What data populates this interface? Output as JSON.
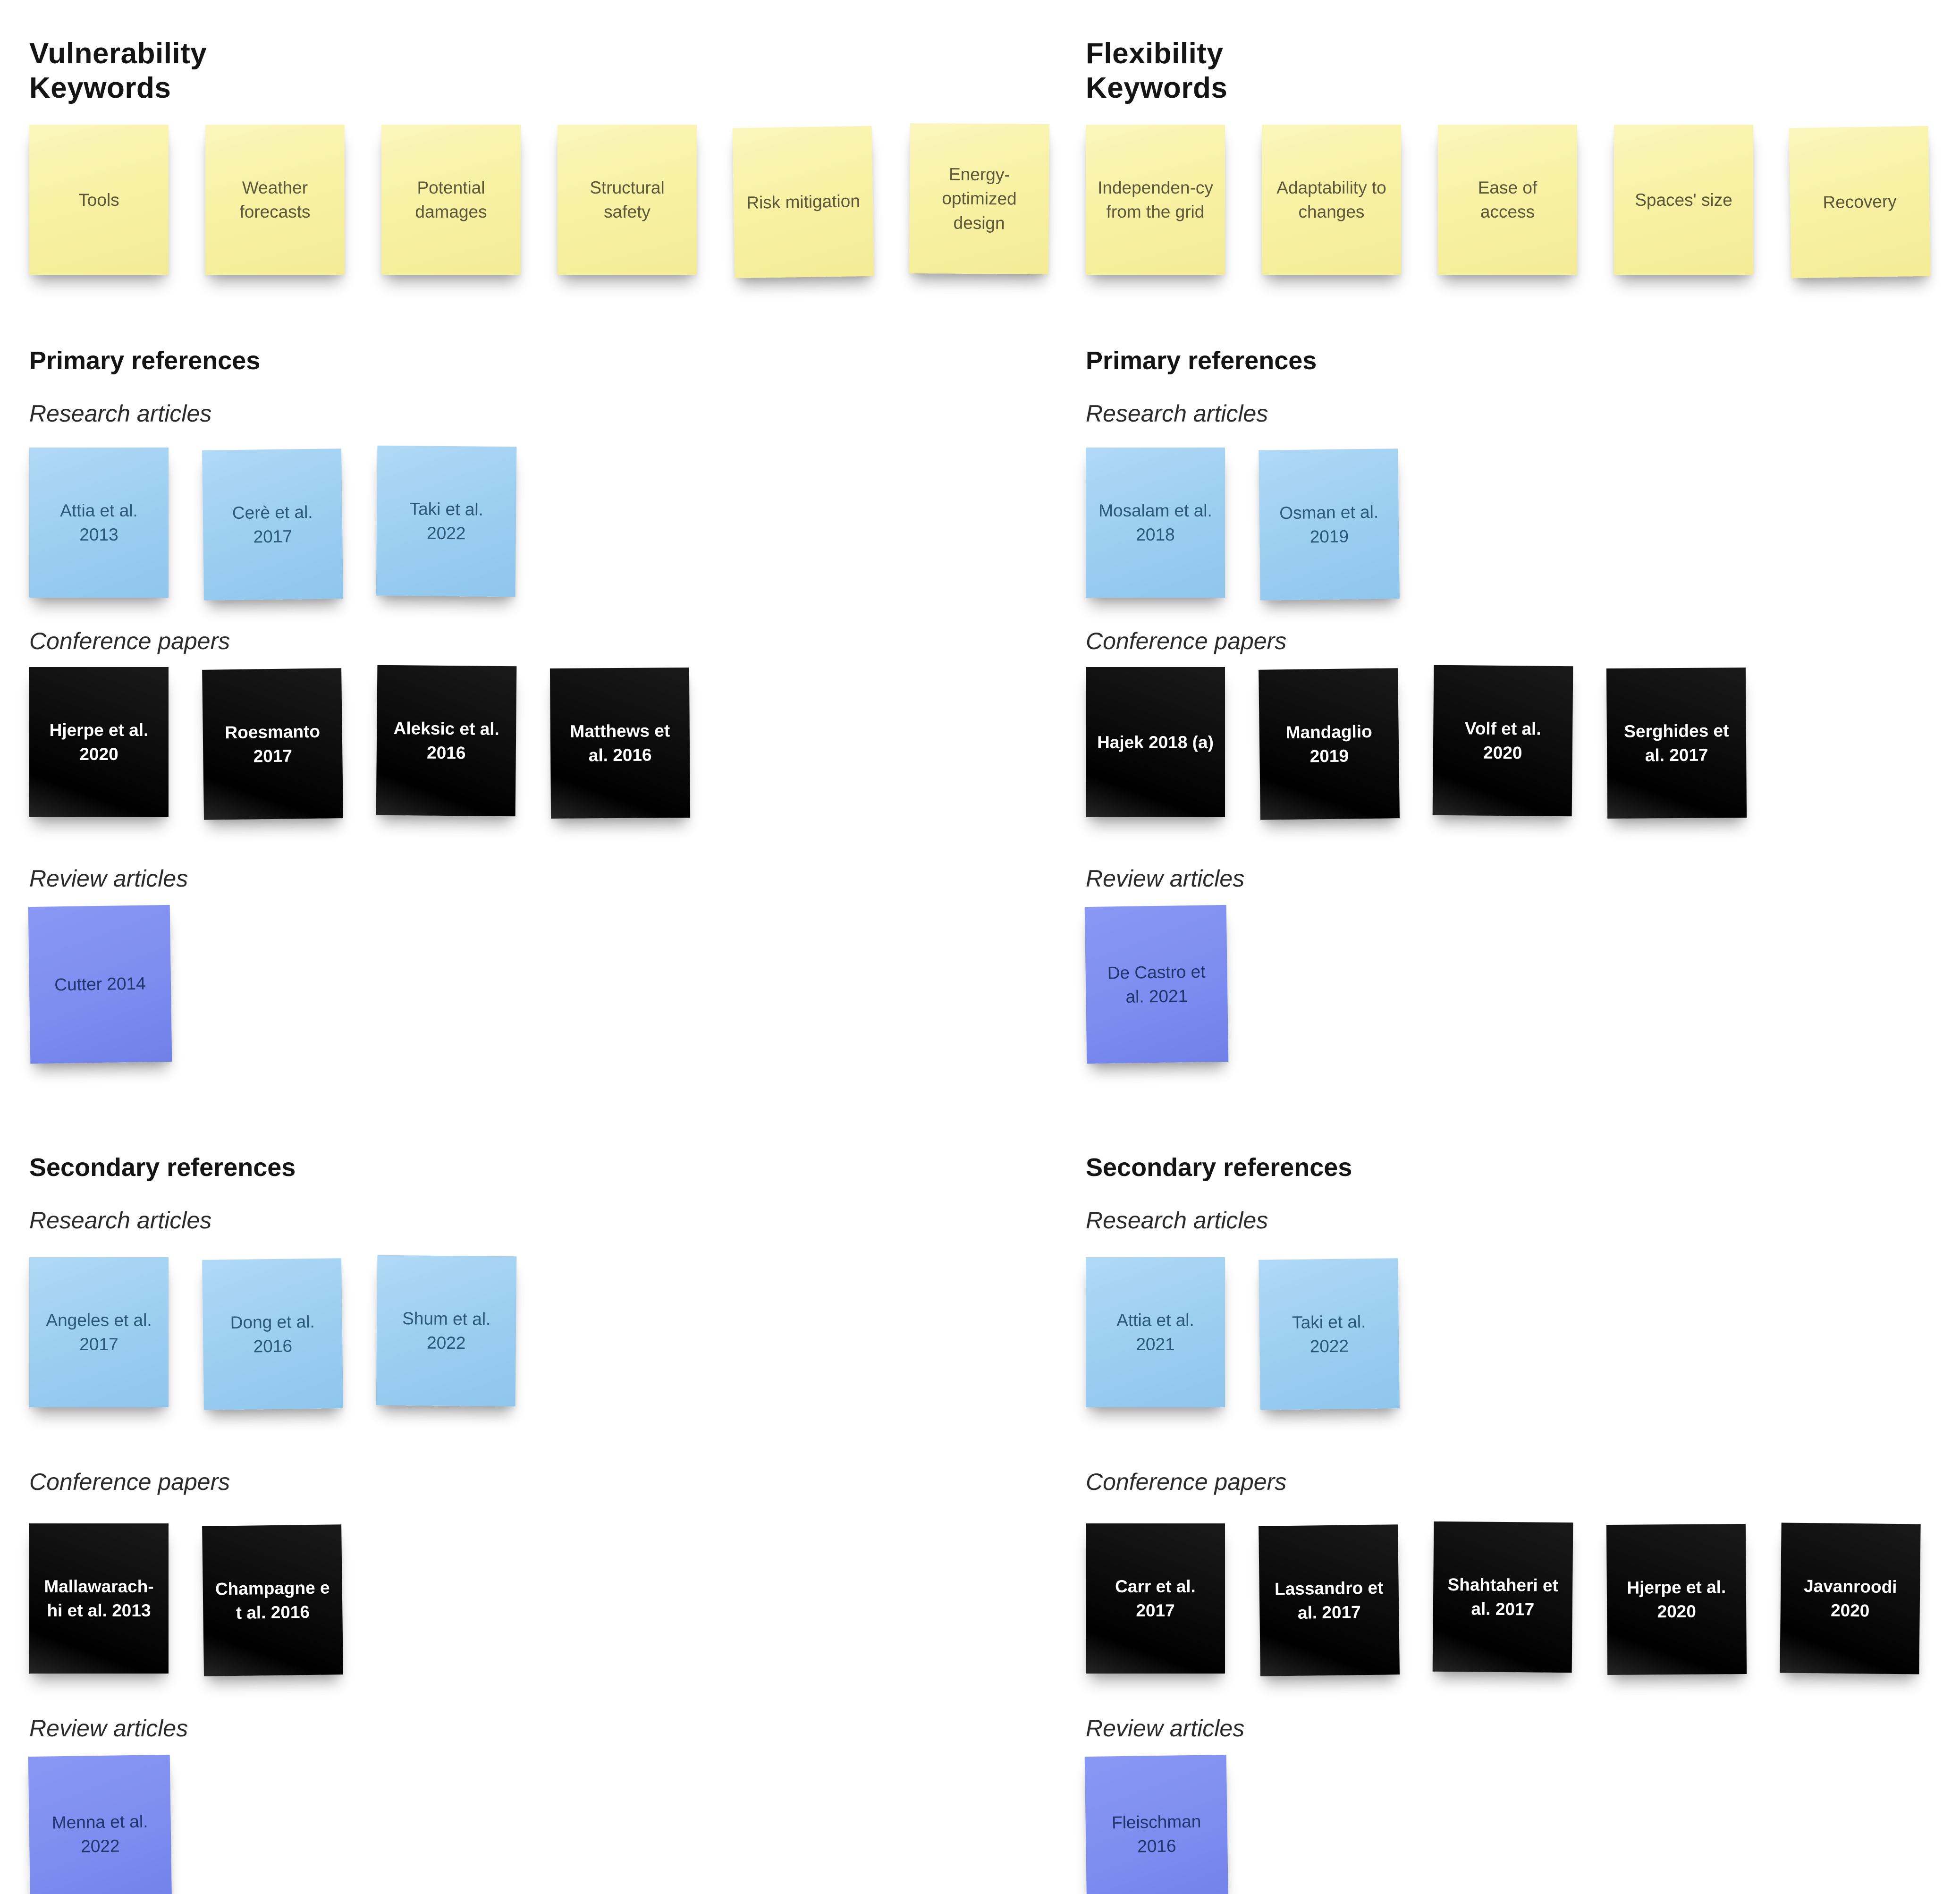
{
  "colors": {
    "keyword_note": "#f8f2a6",
    "keyword_text": "#5d573a",
    "research_note": "#9bcdf0",
    "research_text": "#2b5878",
    "conference_note": "#0c0c0c",
    "conference_text": "#ffffff",
    "review_note": "#7e8ef0",
    "review_text": "#20356e",
    "canvas_bg": "#ffffff"
  },
  "labels": {
    "primary": "Primary references",
    "secondary": "Secondary references",
    "research": "Research articles",
    "conference": "Conference papers",
    "review": "Review articles"
  },
  "left": {
    "title_line1": "Vulnerability",
    "title_line2": "Keywords",
    "keywords": [
      "Tools",
      "Weather forecasts",
      "Potential damages",
      "Structural safety",
      "Risk mitigation",
      "Energy-optimized design"
    ],
    "primary": {
      "research": [
        "Attia et al. 2013",
        "Cerè et al. 2017",
        "Taki et al. 2022"
      ],
      "conference": [
        "Hjerpe et al. 2020",
        "Roesmanto 2017",
        "Aleksic et al. 2016",
        "Matthews et al. 2016"
      ],
      "review": [
        "Cutter 2014"
      ]
    },
    "secondary": {
      "research": [
        "Angeles et al. 2017",
        "Dong et al. 2016",
        "Shum et al. 2022"
      ],
      "conference": [
        "Mallawarach-hi et al. 2013",
        "Champagne e t al. 2016"
      ],
      "review": [
        "Menna et al. 2022"
      ]
    }
  },
  "right": {
    "title_line1": "Flexibility",
    "title_line2": "Keywords",
    "keywords": [
      "Independen-cy from the grid",
      "Adaptability to changes",
      "Ease of access",
      "Spaces' size",
      "Recovery"
    ],
    "primary": {
      "research": [
        "Mosalam et al. 2018",
        "Osman et al. 2019"
      ],
      "conference": [
        "Hajek 2018 (a)",
        "Mandaglio 2019",
        "Volf et al. 2020",
        "Serghides et al. 2017"
      ],
      "review": [
        "De Castro et al. 2021"
      ]
    },
    "secondary": {
      "research": [
        "Attia et al. 2021",
        "Taki et al. 2022"
      ],
      "conference": [
        "Carr et al. 2017",
        "Lassandro et al. 2017",
        "Shahtaheri et al. 2017",
        "Hjerpe et al. 2020",
        "Javanroodi 2020"
      ],
      "review": [
        "Fleischman 2016"
      ]
    }
  }
}
